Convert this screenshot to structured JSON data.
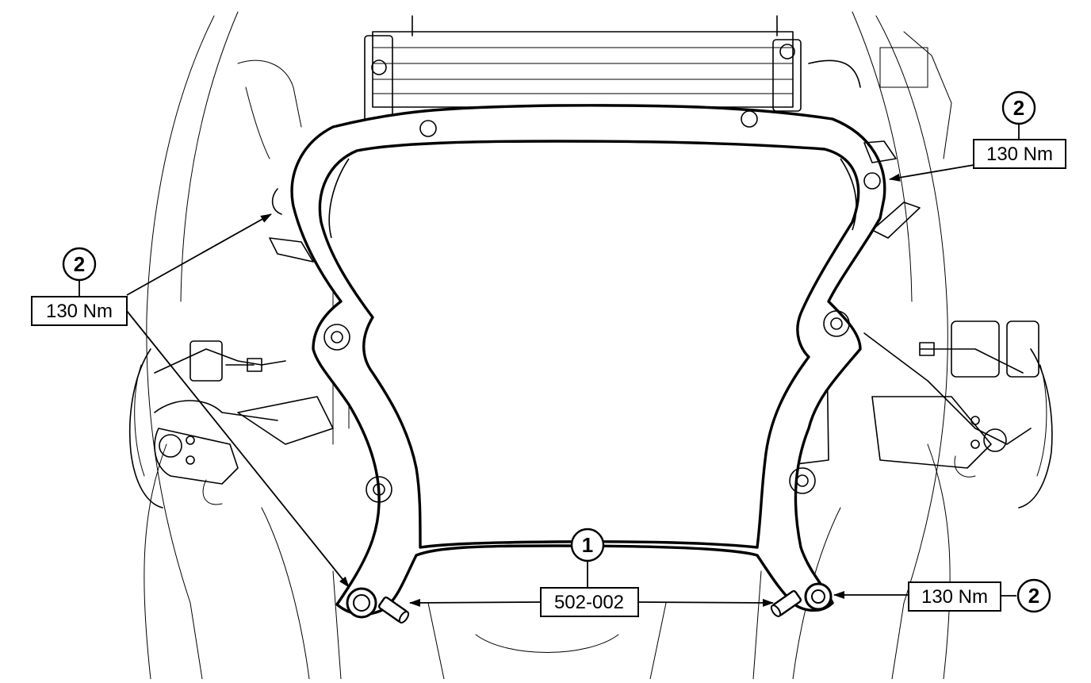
{
  "callouts": {
    "torque_label": "130 Nm",
    "bolt_number": "2",
    "tool_number": "1",
    "tool_code": "502-002"
  }
}
